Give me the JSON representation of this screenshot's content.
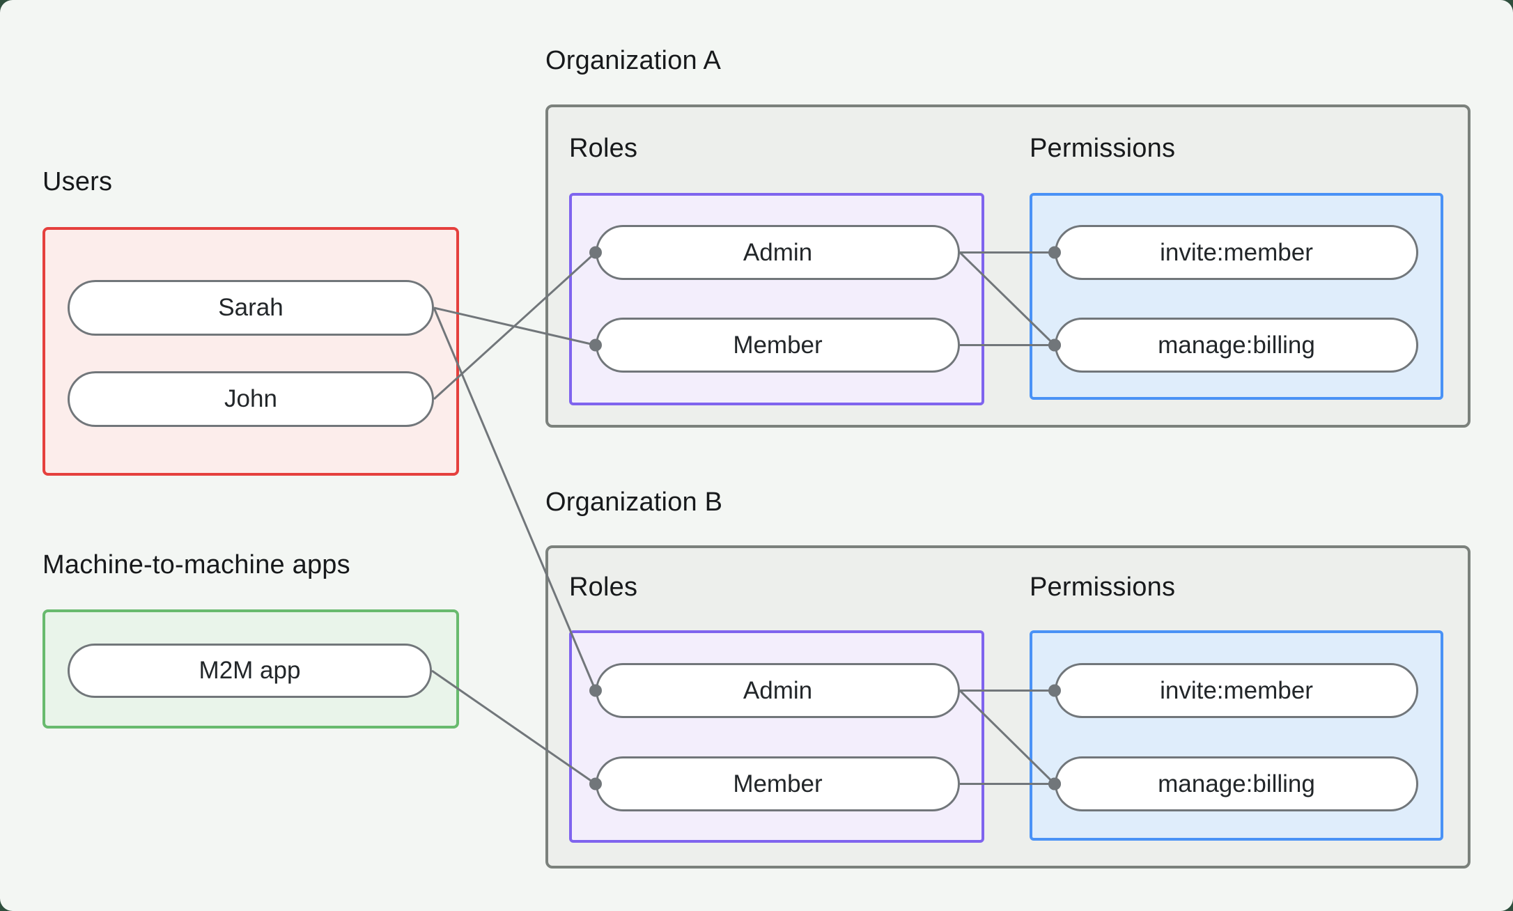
{
  "users_group": {
    "label": "Users",
    "items": [
      "Sarah",
      "John"
    ]
  },
  "m2m_group": {
    "label": "Machine-to-machine apps",
    "items": [
      "M2M app"
    ]
  },
  "org_a": {
    "label": "Organization A",
    "roles_label": "Roles",
    "permissions_label": "Permissions",
    "roles": [
      "Admin",
      "Member"
    ],
    "permissions": [
      "invite:member",
      "manage:billing"
    ]
  },
  "org_b": {
    "label": "Organization B",
    "roles_label": "Roles",
    "permissions_label": "Permissions",
    "roles": [
      "Admin",
      "Member"
    ],
    "permissions": [
      "invite:member",
      "manage:billing"
    ]
  },
  "connections": [
    {
      "from": "sarah",
      "to": "a-member"
    },
    {
      "from": "john",
      "to": "a-admin"
    },
    {
      "from": "sarah",
      "to": "b-admin"
    },
    {
      "from": "m2m",
      "to": "b-member"
    },
    {
      "from": "a-admin",
      "to": "a-invite"
    },
    {
      "from": "a-admin",
      "to": "a-manage"
    },
    {
      "from": "a-member",
      "to": "a-manage"
    },
    {
      "from": "b-admin",
      "to": "b-invite"
    },
    {
      "from": "b-admin",
      "to": "b-manage"
    },
    {
      "from": "b-member",
      "to": "b-manage"
    }
  ],
  "colors": {
    "outer_background": "#2f4f3d",
    "panel_background": "#f3f6f3",
    "users_border": "#e5403d",
    "users_fill": "#fcedeb",
    "m2m_border": "#68ba6e",
    "m2m_fill": "#e9f4ea",
    "roles_border": "#7f64ee",
    "roles_fill": "#f3eefc",
    "permissions_border": "#4a92f6",
    "permissions_fill": "#dfedfb",
    "org_border": "#7b817c",
    "org_fill": "#edefec",
    "connector_line": "#71767a"
  }
}
